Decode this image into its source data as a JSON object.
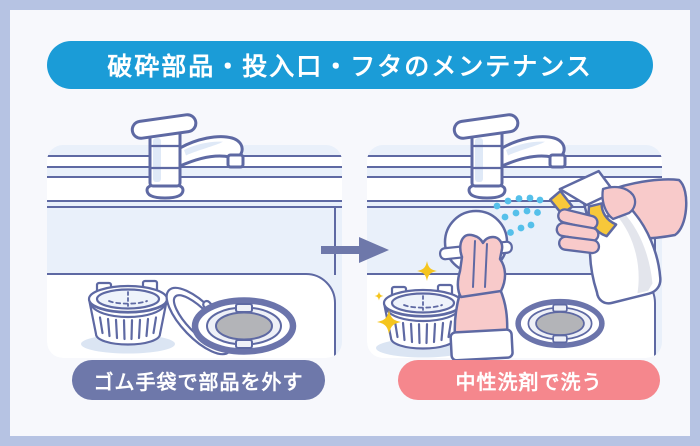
{
  "title": "破砕部品・投入口・フタのメンテナンス",
  "steps": {
    "remove": {
      "caption": "ゴム手袋で部品を外す"
    },
    "wash": {
      "caption": "中性洗剤で洗う"
    }
  },
  "arrow_icon": "right-arrow",
  "colors": {
    "frame_border": "#b6c3e3",
    "background": "#f7f8fc",
    "title_bg": "#1b9cd7",
    "title_text": "#ffffff",
    "panel_bg": "#e9f0fa",
    "outline": "#5e69a3",
    "drain_ring": "#6b74ab",
    "remove_caption_bg": "#6e78aa",
    "wash_caption_bg": "#f5878d",
    "arrow": "#6e78aa",
    "spray_droplet": "#55c0ea",
    "sparkle": "#f5c51e",
    "spray_trigger": "#f7c83a",
    "skin": "#f8caca",
    "drain_hole": "#b3b4b8",
    "shadow": "#dbe5f3"
  }
}
